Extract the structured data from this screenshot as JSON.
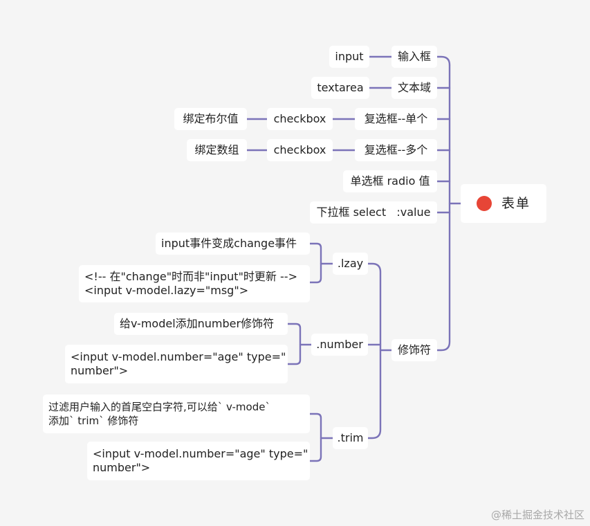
{
  "root": {
    "label": "表单",
    "dot_color": "#e74536"
  },
  "line_color": "#7b73b8",
  "branches": {
    "input": {
      "label": "输入框",
      "child": "input"
    },
    "textarea": {
      "label": "文本域",
      "child": "textarea"
    },
    "checkbox_single": {
      "label": "复选框--单个",
      "child": "checkbox",
      "grandchild": "绑定布尔值"
    },
    "checkbox_multi": {
      "label": "复选框--多个",
      "child": "checkbox",
      "grandchild": "绑定数组"
    },
    "radio": {
      "label": "单选框 radio 值"
    },
    "select": {
      "label": "下拉框 select   :value"
    },
    "modifiers": {
      "label": "修饰符",
      "lazy": {
        "label": ".lzay",
        "note1": "input事件变成change事件",
        "note2_line1": "<!-- 在\"change\"时而非\"input\"时更新 -->",
        "note2_line2": "<input v-model.lazy=\"msg\">"
      },
      "number": {
        "label": ".number",
        "note1": "给v-model添加number修饰符",
        "note2_line1": "<input v-model.number=\"age\" type=\"",
        "note2_line2": "number\">"
      },
      "trim": {
        "label": ".trim",
        "note1_line1": "过滤用户输入的首尾空白字符,可以给` v-mode`",
        "note1_line2": "添加` trim` 修饰符",
        "note2_line1": "<input v-model.number=\"age\" type=\"",
        "note2_line2": "number\">"
      }
    }
  },
  "watermark": "@稀土掘金技术社区"
}
